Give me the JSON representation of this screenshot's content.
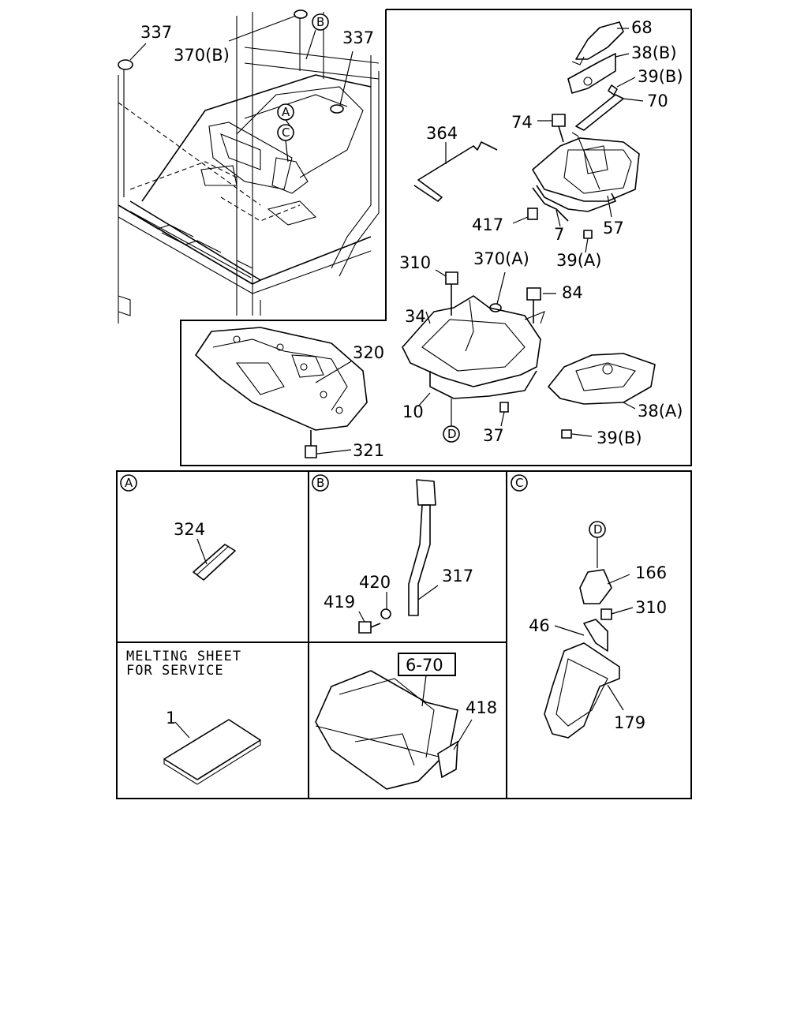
{
  "figure": {
    "main_callouts": {
      "c337_left": "337",
      "c370B": "370(B)",
      "cB_top": "B",
      "c337_right": "337",
      "cA_top": "A",
      "cC_top": "C",
      "c68": "68",
      "c38B": "38(B)",
      "c39B_top": "39(B)",
      "c70": "70",
      "c74": "74",
      "c364": "364",
      "c417": "417",
      "c7": "7",
      "c57": "57",
      "c39A": "39(A)",
      "c310_top": "310",
      "c370A": "370(A)",
      "c84": "84",
      "c34": "34",
      "c320": "320",
      "c10": "10",
      "cD_mid": "D",
      "c37": "37",
      "c38A": "38(A)",
      "c39B_bottom": "39(B)",
      "c321": "321"
    },
    "detail_A": {
      "marker": "A",
      "c324": "324"
    },
    "detail_B": {
      "marker": "B",
      "c420": "420",
      "c317": "317",
      "c419": "419"
    },
    "detail_C": {
      "marker": "C",
      "cD": "D",
      "c166": "166",
      "c310": "310",
      "c46": "46",
      "c179": "179"
    },
    "detail_sheet": {
      "note_line1": "MELTING SHEET",
      "note_line2": "FOR SERVICE",
      "c1": "1"
    },
    "detail_ref": {
      "ref_box": "6-70",
      "c418": "418"
    }
  }
}
